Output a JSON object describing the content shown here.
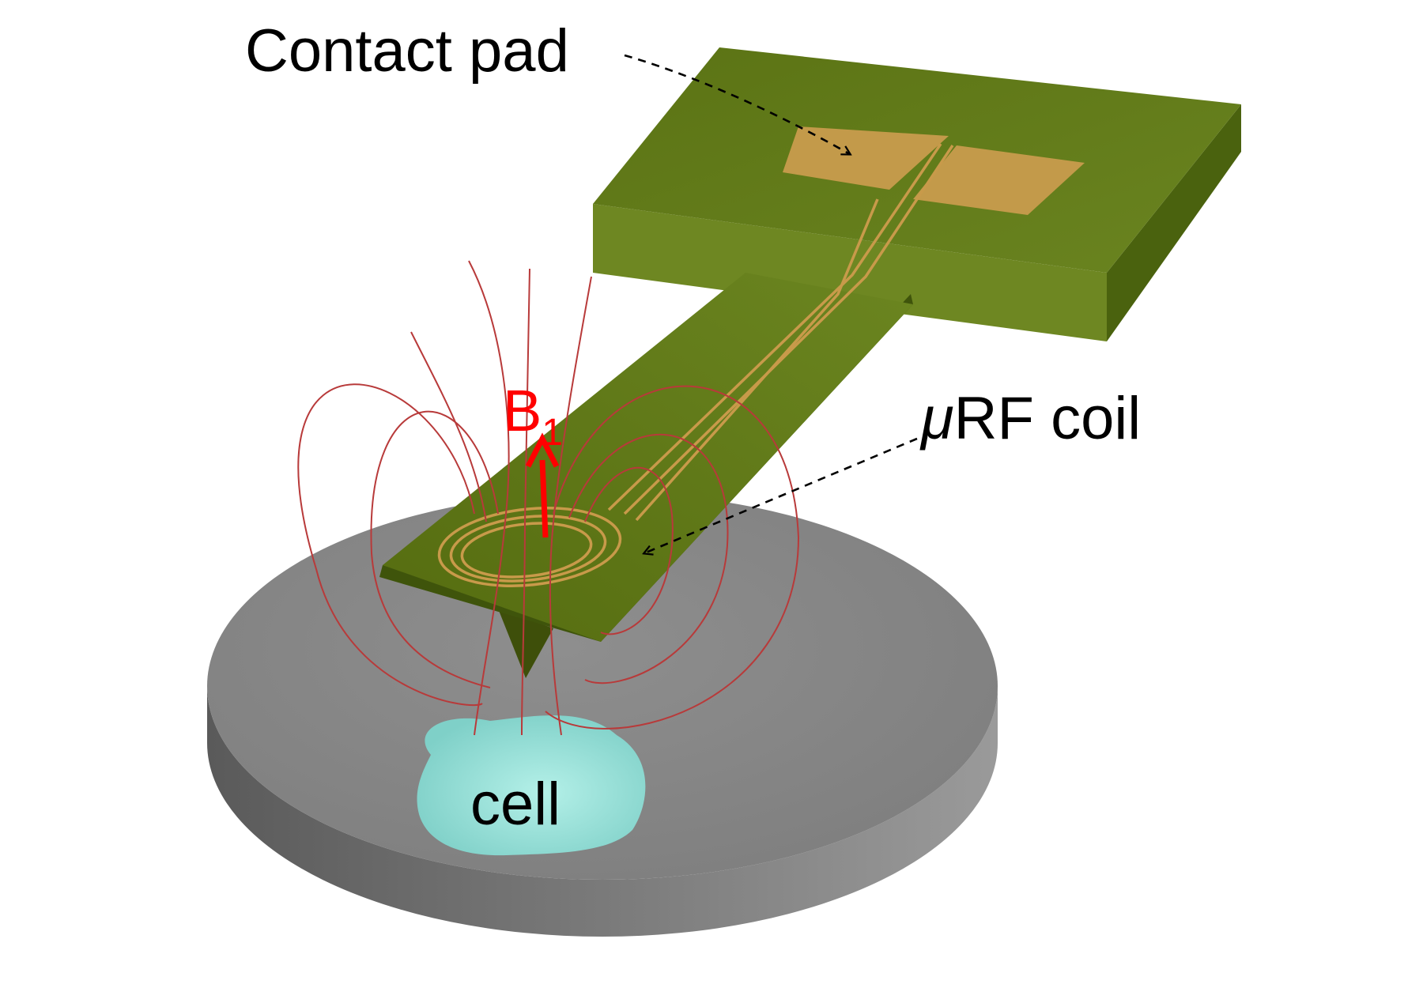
{
  "labels": {
    "contact_pad": "Contact pad",
    "coil_mu": "μ",
    "coil_rest": "RF coil",
    "field_B": "B",
    "field_sub": "1",
    "cell": "cell"
  },
  "colors": {
    "field_arrow": "#ff0000",
    "field_lines": "#b83a3a",
    "chip_top": "#617a18",
    "chip_side": "#4c6410",
    "gold": "#c09848",
    "substrate_top": "#888888",
    "substrate_side": "#6c6c6c",
    "cell": "#9fe4dc"
  },
  "icons": {
    "pointer_arrows": "dashed-arrow",
    "field_vector": "solid-arrow"
  }
}
